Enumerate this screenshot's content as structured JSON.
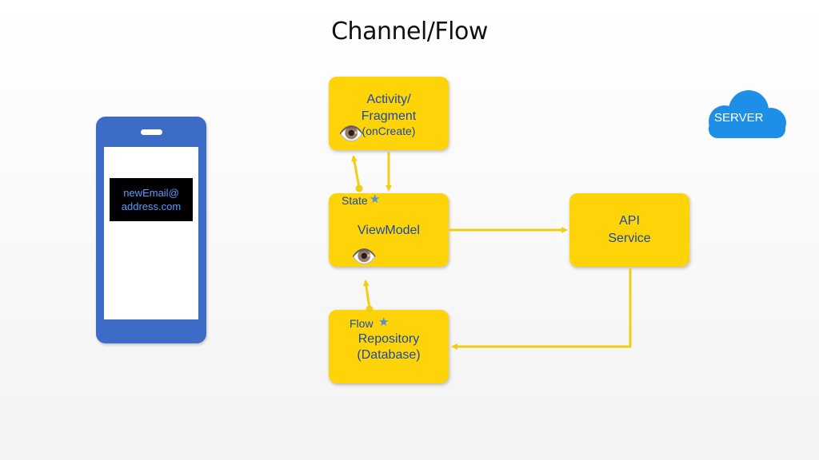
{
  "title": "Channel/Flow",
  "phone": {
    "email_line1": "newEmail@",
    "email_line2": "address.com"
  },
  "activity": {
    "line1": "Activity/",
    "line2": "Fragment",
    "line3": "(onCreate)",
    "eye_icon": "👁️"
  },
  "viewmodel": {
    "label": "ViewModel",
    "state_label": "State",
    "star_icon": "★",
    "eye_icon": "👁️"
  },
  "repository": {
    "flow_label": "Flow",
    "star_icon": "★",
    "line1": "Repository",
    "line2": "(Database)"
  },
  "api": {
    "line1": "API",
    "line2": "Service"
  },
  "server": {
    "label": "SERVER"
  },
  "colors": {
    "box": "#fed409",
    "box_text": "#1b4aa5",
    "phone": "#3d6cc6",
    "cloud": "#1e8fe6",
    "arrow": "#f2cd16"
  }
}
